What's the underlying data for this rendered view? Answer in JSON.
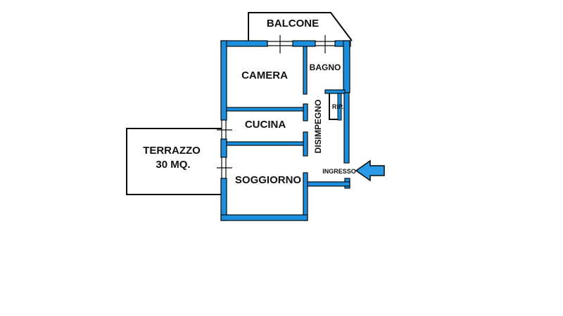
{
  "plan": {
    "rooms": {
      "balcone": "BALCONE",
      "camera": "CAMERA",
      "bagno": "BAGNO",
      "rip": "RIP.",
      "cucina": "CUCINA",
      "disimpegno": "DISIMPEGNO",
      "terrazzo_line1": "TERRAZZO",
      "terrazzo_line2": "30 MQ.",
      "soggiorno": "SOGGIORNO",
      "ingresso": "INGRESSO"
    },
    "colors": {
      "wall_fill": "#1a8fe0",
      "wall_stroke": "#0a0a0a",
      "entrance_arrow": "#2a9ae8",
      "outline": "#0a0a0a"
    },
    "icons": {
      "entrance": "arrow-left-icon"
    }
  }
}
